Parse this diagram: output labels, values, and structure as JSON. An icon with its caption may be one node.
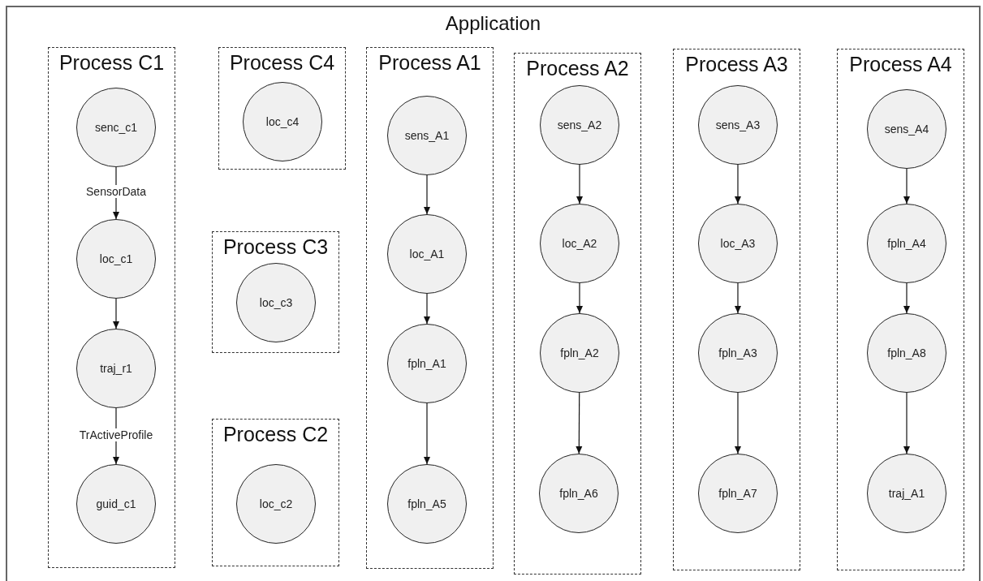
{
  "diagram": {
    "nodes": [
      {
        "text": [
          "Application"
        ]
      },
      {
        "text": [
          "Process C1"
        ],
        "in": 0
      },
      {
        "text": [
          "senc_c1"
        ],
        "in": 1
      },
      {
        "text": [
          "loc_c1"
        ],
        "in": 1
      },
      {
        "text": [
          "traj_r1"
        ],
        "in": 1
      },
      {
        "text": [
          "guid_c1"
        ],
        "in": 1
      },
      {
        "text": [
          "Process C4"
        ],
        "in": 0
      },
      {
        "text": [
          "loc_c4"
        ],
        "in": 6
      },
      {
        "text": [
          "Process C3"
        ],
        "in": 0
      },
      {
        "text": [
          "loc_c3"
        ],
        "in": 8
      },
      {
        "text": [
          "Process C2"
        ],
        "in": 0
      },
      {
        "text": [
          "loc_c2"
        ],
        "in": 10
      },
      {
        "text": [
          "Process A1"
        ],
        "in": 0
      },
      {
        "text": [
          "sens_A1"
        ],
        "in": 12
      },
      {
        "text": [
          "loc_A1"
        ],
        "in": 12
      },
      {
        "text": [
          "fpln_A1"
        ],
        "in": 12
      },
      {
        "text": [
          "fpln_A5"
        ],
        "in": 12
      },
      {
        "text": [
          "Process A2"
        ],
        "in": 0
      },
      {
        "text": [
          "sens_A2"
        ],
        "in": 17
      },
      {
        "text": [
          "loc_A2"
        ],
        "in": 17
      },
      {
        "text": [
          "fpln_A2"
        ],
        "in": 17
      },
      {
        "text": [
          "fpln_A6"
        ],
        "in": 17
      },
      {
        "text": [
          "Process A3"
        ],
        "in": 0
      },
      {
        "text": [
          "sens_A3"
        ],
        "in": 22
      },
      {
        "text": [
          "loc_A3"
        ],
        "in": 22
      },
      {
        "text": [
          "fpln_A3"
        ],
        "in": 22
      },
      {
        "text": [
          "fpln_A7"
        ],
        "in": 22
      },
      {
        "text": [
          "Process A4"
        ],
        "in": 0
      },
      {
        "text": [
          "sens_A4"
        ],
        "in": 27
      },
      {
        "text": [
          "fpln_A4"
        ],
        "in": 27
      },
      {
        "text": [
          "fpln_A8"
        ],
        "in": 27
      },
      {
        "text": [
          "traj_A1"
        ],
        "in": 27
      }
    ],
    "edges": [
      {
        "from": 2,
        "to": 3,
        "arrow": "to",
        "label": "SensorData"
      },
      {
        "from": 3,
        "to": 4,
        "arrow": "to"
      },
      {
        "from": 4,
        "to": 5,
        "arrow": "to",
        "label": "TrActiveProfile"
      },
      {
        "from": 13,
        "to": 14,
        "arrow": "to"
      },
      {
        "from": 14,
        "to": 15,
        "arrow": "to"
      },
      {
        "from": 15,
        "to": 16,
        "arrow": "to"
      },
      {
        "from": 18,
        "to": 19,
        "arrow": "to"
      },
      {
        "from": 19,
        "to": 20,
        "arrow": "to"
      },
      {
        "from": 20,
        "to": 21,
        "arrow": "to"
      },
      {
        "from": 23,
        "to": 24,
        "arrow": "to"
      },
      {
        "from": 24,
        "to": 25,
        "arrow": "to"
      },
      {
        "from": 25,
        "to": 26,
        "arrow": "to"
      },
      {
        "from": 28,
        "to": 29,
        "arrow": "to"
      },
      {
        "from": 29,
        "to": 30,
        "arrow": "to"
      },
      {
        "from": 30,
        "to": 31,
        "arrow": "to"
      }
    ]
  }
}
